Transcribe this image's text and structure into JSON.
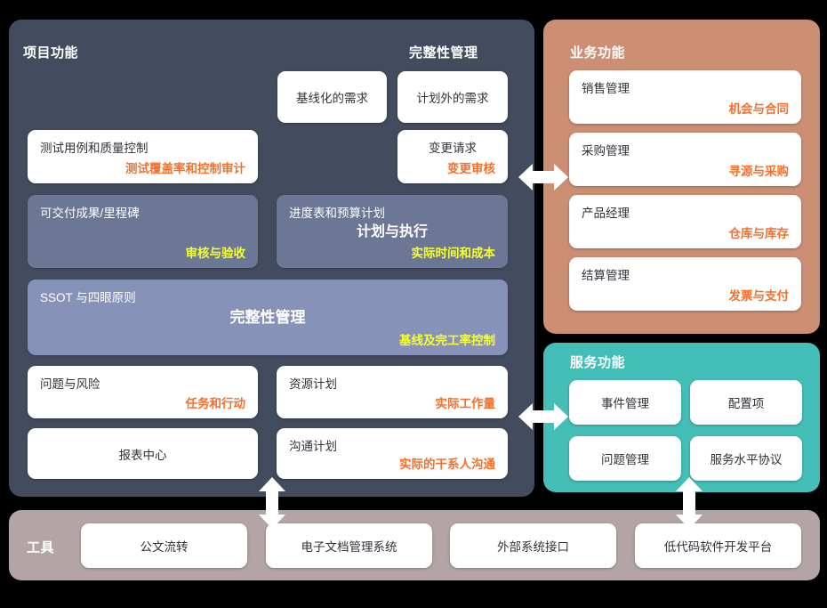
{
  "colors": {
    "page_background": "#000000",
    "project_panel": "#434c5e",
    "business_panel": "#cc8f74",
    "service_panel": "#44bfb8",
    "tools_panel": "#b3a5a6",
    "card_white": "#ffffff",
    "card_blue": "#6b7795",
    "card_lavender": "#8792b8",
    "accent_orange": "#f4702e",
    "accent_yellow": "#f7ff30"
  },
  "project": {
    "title": "项目功能",
    "integrity_title": "完整性管理",
    "cards": {
      "baselined_requirements": {
        "center": "基线化的需求"
      },
      "unplanned_requirements": {
        "center": "计划外的需求"
      },
      "test_quality": {
        "title": "测试用例和质量控制",
        "sub": "测试覆盖率和控制审计"
      },
      "change_request": {
        "center": "变更请求",
        "sub": "变更审核"
      },
      "deliverables": {
        "title": "可交付成果/里程碑",
        "sub": "审核与验收"
      },
      "schedule_budget": {
        "title": "进度表和预算计划",
        "big": "计划与执行",
        "sub": "实际时间和成本"
      },
      "ssot": {
        "title": "SSOT 与四眼原则",
        "big": "完整性管理",
        "sub": "基线及完工率控制"
      },
      "issues_risks": {
        "title": "问题与风险",
        "sub": "任务和行动"
      },
      "resource_plan": {
        "title": "资源计划",
        "sub": "实际工作量"
      },
      "report_center": {
        "center": "报表中心"
      },
      "communication_plan": {
        "title": "沟通计划",
        "sub": "实际的干系人沟通"
      }
    }
  },
  "business": {
    "title": "业务功能",
    "cards": [
      {
        "title": "销售管理",
        "sub": "机会与合同"
      },
      {
        "title": "采购管理",
        "sub": "寻源与采购"
      },
      {
        "title": "产品经理",
        "sub": "仓库与库存"
      },
      {
        "title": "结算管理",
        "sub": "发票与支付"
      }
    ]
  },
  "service": {
    "title": "服务功能",
    "cards": [
      {
        "center": "事件管理"
      },
      {
        "center": "配置项"
      },
      {
        "center": "问题管理"
      },
      {
        "center": "服务水平协议"
      }
    ]
  },
  "tools": {
    "title": "工具",
    "cards": [
      {
        "center": "公文流转"
      },
      {
        "center": "电子文档管理系统"
      },
      {
        "center": "外部系统接口"
      },
      {
        "center": "低代码软件开发平台"
      }
    ]
  },
  "arrows": {
    "project_to_business": "double-arrow-horizontal-icon",
    "project_to_service": "double-arrow-horizontal-icon",
    "project_to_tools": "double-arrow-vertical-icon",
    "service_to_tools": "double-arrow-vertical-icon"
  }
}
